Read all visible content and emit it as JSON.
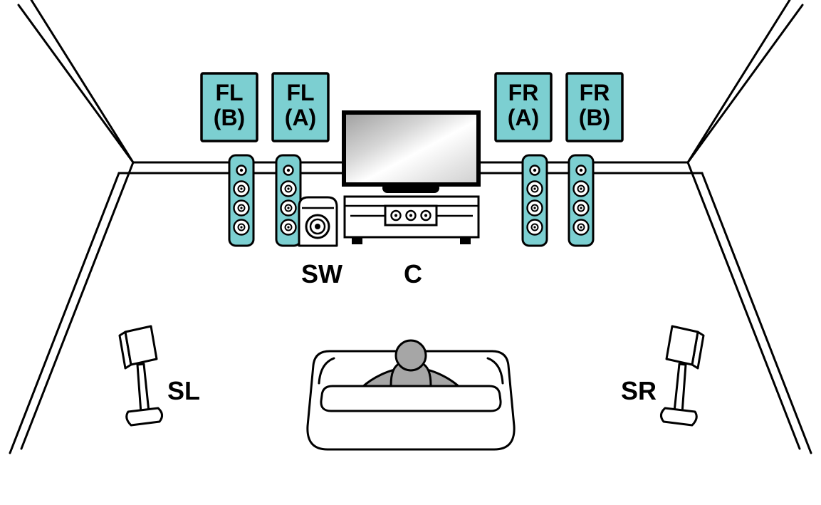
{
  "diagram": {
    "type": "speaker-placement-layout",
    "labels": {
      "front_left_b": [
        "FL",
        "(B)"
      ],
      "front_left_a": [
        "FL",
        "(A)"
      ],
      "front_right_a": [
        "FR",
        "(A)"
      ],
      "front_right_b": [
        "FR",
        "(B)"
      ],
      "subwoofer": "SW",
      "center": "C",
      "surround_left": "SL",
      "surround_right": "SR"
    },
    "colors": {
      "highlight_teal": "#7CCFD1",
      "person_gray": "#A6A6A6",
      "outline": "#000000",
      "background": "#FFFFFF"
    }
  }
}
